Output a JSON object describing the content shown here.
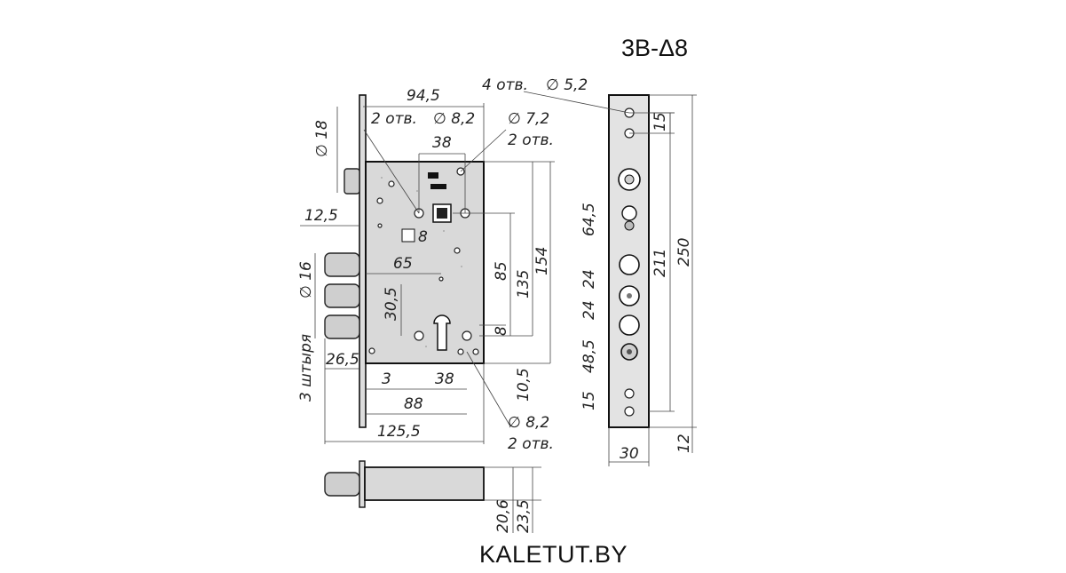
{
  "header": {
    "model": "3В-Δ8"
  },
  "footer": {
    "brand": "KALETUT.BY"
  },
  "side_view": {
    "holes_note": "4 отв.",
    "holes_diameter": "∅ 5,2",
    "dims": {
      "d15_top": "15",
      "d64_5": "64,5",
      "d24_a": "24",
      "d24_b": "24",
      "d48_5": "48,5",
      "d15_bottom": "15",
      "d211": "211",
      "d250": "250",
      "d30": "30",
      "d12": "12"
    }
  },
  "front_view": {
    "dims": {
      "d94_5": "94,5",
      "holes2_a": "2 отв.",
      "diam8_2_a": "∅ 8,2",
      "diam7_2": "∅ 7,2",
      "holes2_b": "2 отв.",
      "d38_top": "38",
      "diam18": "∅ 18",
      "d12_5": "12,5",
      "sq8": "8",
      "d65": "65",
      "d85": "85",
      "d135": "135",
      "d154": "154",
      "d30_5": "30,5",
      "d8_right": "8",
      "pins_note": "3 штыря",
      "diam16": "∅ 16",
      "d26_5": "26,5",
      "d3": "3",
      "d38_bottom": "38",
      "d10_5": "10,5",
      "d88": "88",
      "d125_5": "125,5",
      "diam8_2_b": "∅ 8,2",
      "holes2_c": "2 отв."
    }
  },
  "bottom_view": {
    "dims": {
      "d20_6": "20,6",
      "d23_5": "23,5"
    }
  }
}
